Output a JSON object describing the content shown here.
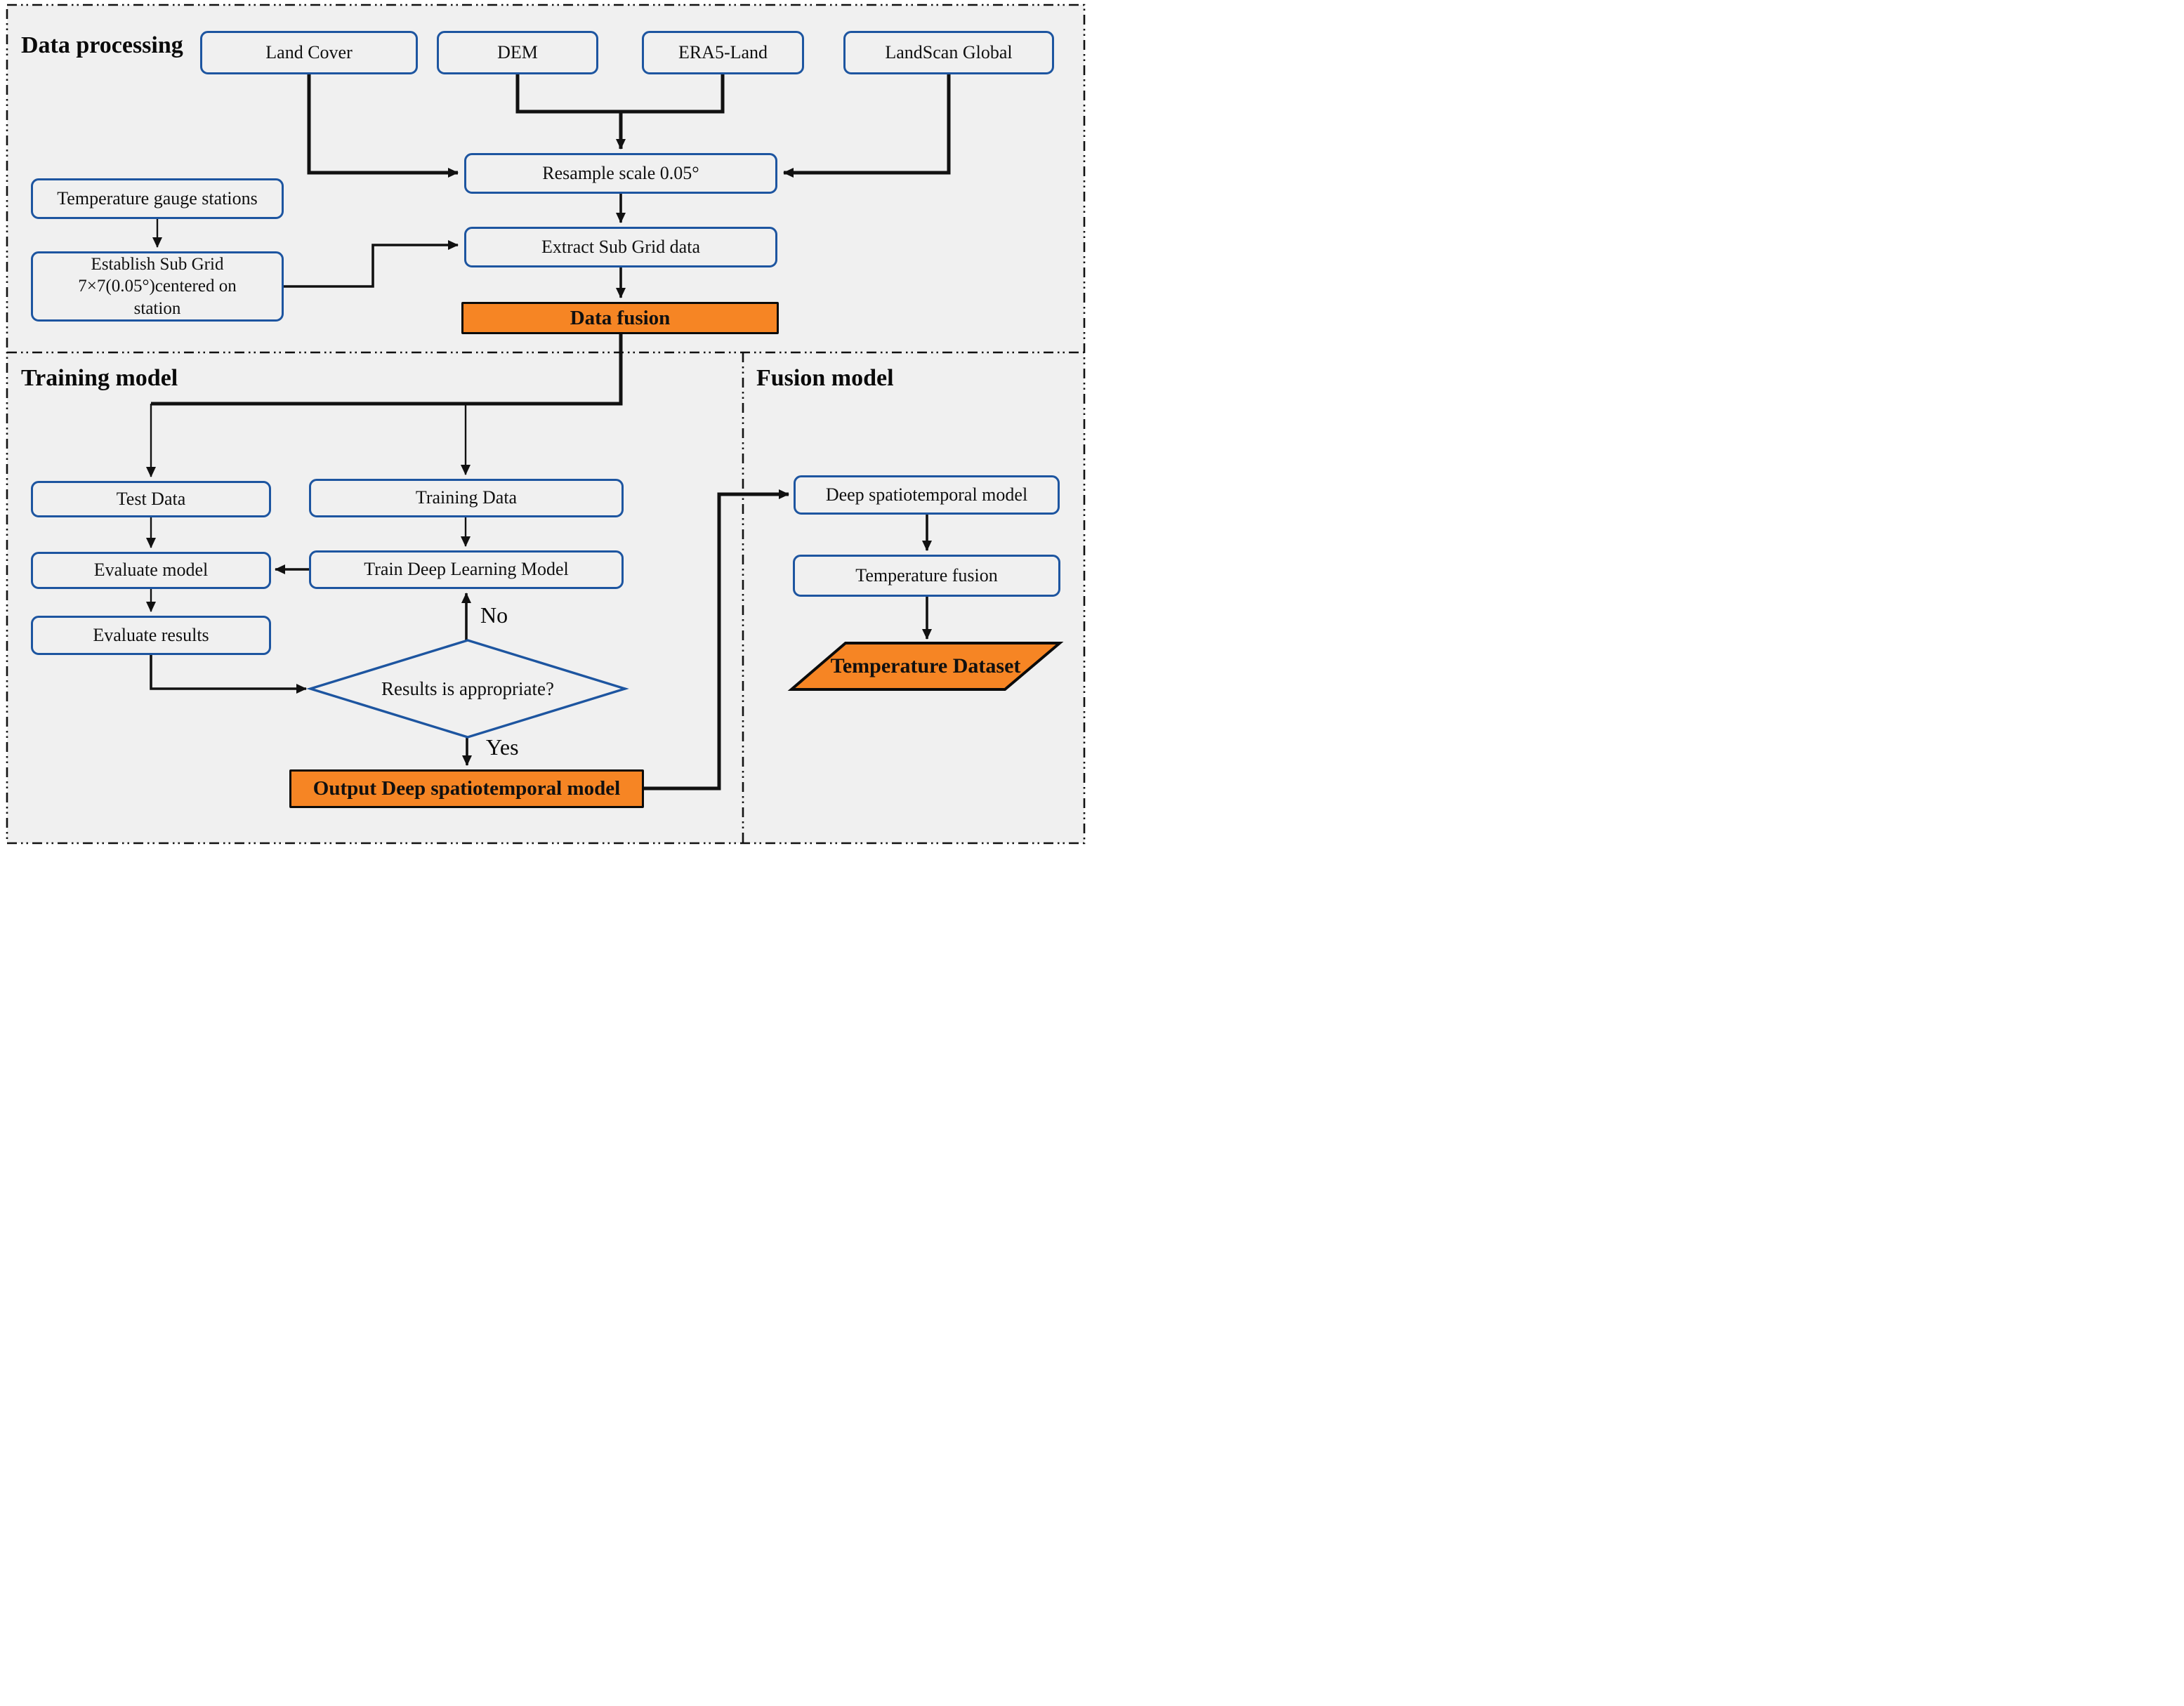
{
  "sections": {
    "data_processing": {
      "title": "Data processing"
    },
    "training_model": {
      "title": "Training model"
    },
    "fusion_model": {
      "title": "Fusion model"
    }
  },
  "nodes": {
    "land_cover": "Land Cover",
    "dem": "DEM",
    "era5_land": "ERA5-Land",
    "landscan_global": "LandScan Global",
    "resample": "Resample scale 0.05°",
    "temperature_gauge_stations": "Temperature gauge stations",
    "establish_sub_grid": "Establish Sub Grid\n7×7(0.05°)centered  on\nstation",
    "extract_sub_grid": "Extract Sub Grid data",
    "data_fusion": "Data fusion",
    "test_data": "Test Data",
    "training_data": "Training Data",
    "evaluate_model": "Evaluate model",
    "train_deep_learning_model": "Train Deep Learning Model",
    "evaluate_results": "Evaluate results",
    "decision": "Results is appropriate?",
    "output_model": "Output Deep spatiotemporal model",
    "deep_spatiotemporal_model": "Deep spatiotemporal model",
    "temperature_fusion": "Temperature fusion",
    "temperature_dataset": "Temperature Dataset"
  },
  "edge_labels": {
    "no": "No",
    "yes": "Yes"
  },
  "colors": {
    "accent_orange": "#F68524",
    "box_border_blue": "#1D55A0",
    "background": "#F0F0F0",
    "line_black": "#111111"
  }
}
